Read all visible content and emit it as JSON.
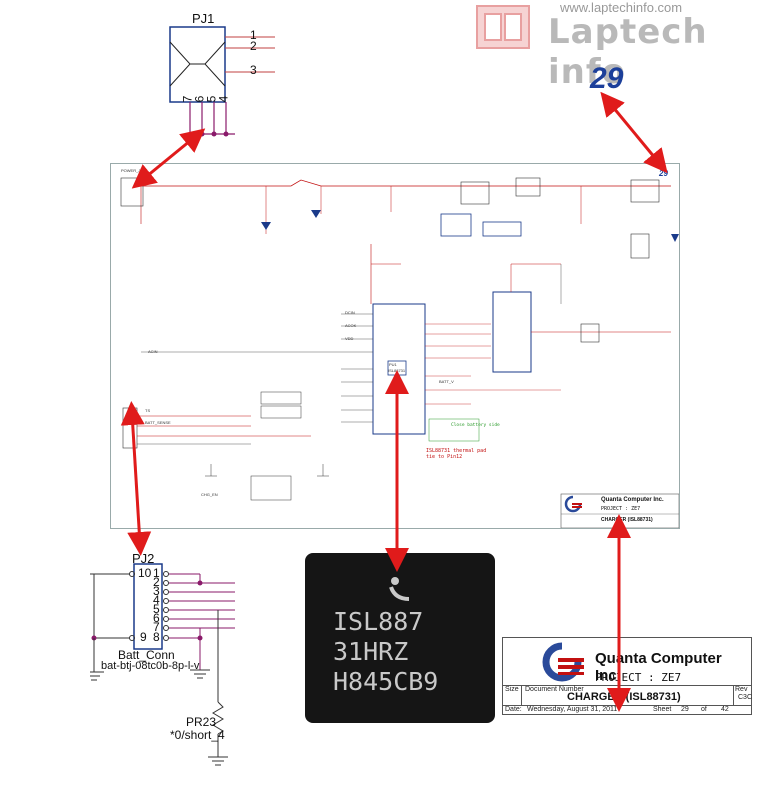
{
  "watermark": {
    "url": "www.laptechinfo.com",
    "brand": "Laptech info"
  },
  "page_number": "29",
  "pj1": {
    "title": "PJ1",
    "pins": [
      "1",
      "2",
      "3"
    ],
    "bottom_pins": [
      "7",
      "6",
      "5",
      "4"
    ]
  },
  "pj2": {
    "title": "PJ2",
    "left_pins": [
      "10",
      "9"
    ],
    "right_pins": [
      "1",
      "2",
      "3",
      "4",
      "5",
      "6",
      "7",
      "8"
    ],
    "name": "Batt_Conn",
    "part": "bat-btj-08tc0b-8p-l-v"
  },
  "pr23": {
    "ref": "PR23",
    "value": "*0/short_4"
  },
  "chip": {
    "lines": [
      "ISL887",
      "31HRZ",
      "H845CB9"
    ]
  },
  "schematic": {
    "page_num": "29",
    "thermal_note": [
      "ISL88731 thermal pad",
      "tie to Pin12"
    ],
    "battery_note": "Close battery side",
    "chip_ref": "PU1",
    "chip_part": "ISL88731",
    "labels": [
      "ACIN",
      "POWER_JK",
      "DCIN",
      "ACOK",
      "VDD",
      "BATT_V",
      "TS",
      "BATT_SENSE",
      "CHG_EN"
    ]
  },
  "title_block_small": {
    "company": "Quanta Computer Inc.",
    "project": "PROJECT : ZE7",
    "doc": "CHARGER (ISL88731)"
  },
  "title_block": {
    "company": "Quanta Computer Inc.",
    "project": "PROJECT : ZE7",
    "size_label": "Size",
    "docnum_label": "Document Number",
    "rev_label": "Rev",
    "rev": "C3C",
    "doc_title": "CHARGER (ISL88731)",
    "date_label": "Date:",
    "date": "Wednesday, August 31, 2011",
    "sheet_label": "Sheet",
    "sheet": "29",
    "of_label": "of",
    "total": "42"
  },
  "colors": {
    "arrow": "#e01b1b",
    "schematic_red": "#c21010",
    "component": "#1a3a8a",
    "pin": "#8a1a6a",
    "page_num": "#1c3f9a"
  }
}
